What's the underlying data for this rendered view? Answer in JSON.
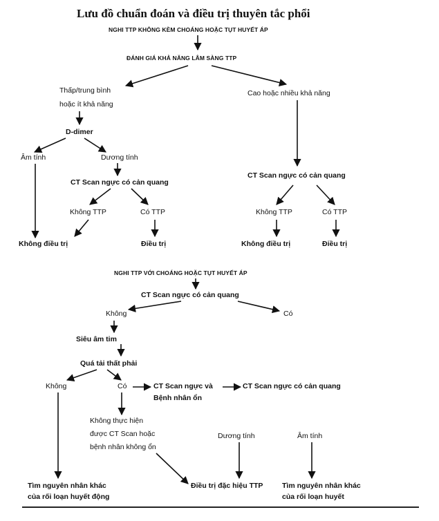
{
  "title": "Lưu đồ chuẩn đoán và điều trị thuyên tắc phổi",
  "part1": {
    "entry": "NGHI TTP KHÔNG KÈM CHOÁNG HOẶC TỤT HUYẾT ÁP",
    "assess": "ĐÁNH GIÁ KHẢ NĂNG LÂM SÀNG TTP",
    "low_line1": "Thấp/trung bình",
    "low_line2": "hoặc ít khả năng",
    "high": "Cao hoặc nhiều khả năng",
    "ddimer": "D-dimer",
    "negative": "Âm tính",
    "positive": "Dương tính",
    "ct_left": "CT Scan ngực có cản quang",
    "ct_right": "CT Scan ngực có cản quang",
    "no_pe_left": "Không TTP",
    "pe_left": "Có TTP",
    "no_pe_right": "Không TTP",
    "pe_right": "Có TTP",
    "no_treat_1": "Không điều trị",
    "treat_1": "Điều trị",
    "no_treat_2": "Không điều trị",
    "treat_2": "Điều trị"
  },
  "part2": {
    "entry": "NGHI TTP VỚI CHOÁNG HOẶC TỤT HUYẾT ÁP",
    "ct": "CT Scan ngực có cản quang",
    "no": "Không",
    "yes": "Có",
    "echo": "Siêu âm tim",
    "rv_overload": "Quá tải thất phải",
    "rv_no": "Không",
    "rv_yes": "Có",
    "ct_and": "CT Scan ngực và",
    "stable": "Bệnh nhân ổn",
    "ct_final": "CT Scan ngực có cản quang",
    "cannot_line1": "Không thực hiện",
    "cannot_line2": "được CT Scan hoặc",
    "cannot_line3": "bệnh nhân không ổn",
    "positive": "Dương tính",
    "negative": "Âm tính",
    "other_cause_line1": "Tìm nguyên nhân khác",
    "other_cause_line2": "của rối loạn huyết động",
    "specific_treat": "Điều trị đặc hiệu TTP",
    "other_cause2_line1": "Tìm nguyên nhân khác",
    "other_cause2_line2": "của rối loạn huyết"
  }
}
